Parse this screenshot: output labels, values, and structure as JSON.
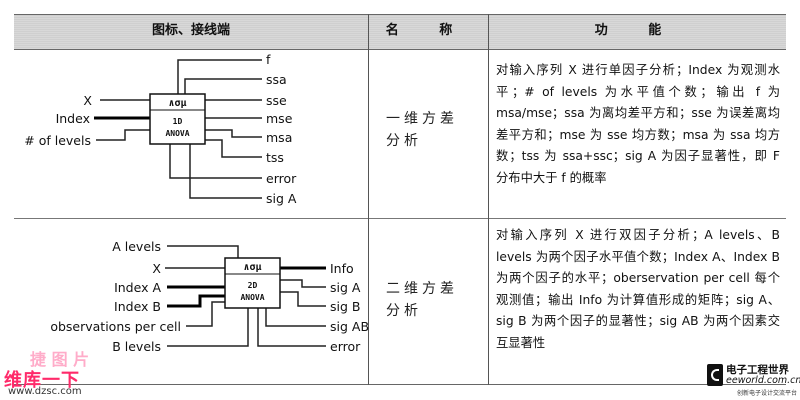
{
  "header": {
    "col_icon": "图标、接线端",
    "col_name": "名 称",
    "col_function": "功 能"
  },
  "rows": [
    {
      "name_line1": "一维方差",
      "name_line2": "分析",
      "description": "对输入序列 X 进行单因子分析；Index 为观测水平；# of levels 为水平值个数；输出 f 为 msa/mse；ssa 为离均差平方和；sse 为误差离均差平方和；mse 为 sse 均方数；msa 为 ssa 均方数；tss 为 ssa+ssc；sig A 为因子显著性，即 F 分布中大于 f 的概率",
      "icon": {
        "glyph": "∧σμ",
        "line1": "1D",
        "line2": "ANOVA",
        "inputs": [
          "X",
          "Index",
          "# of levels"
        ],
        "outputs": [
          "f",
          "ssa",
          "sse",
          "mse",
          "msa",
          "tss",
          "error",
          "sig A"
        ]
      }
    },
    {
      "name_line1": "二维方差",
      "name_line2": "分析",
      "description": "对输入序列 X 进行双因子分析；A levels、B levels 为两个因子水平值个数；Index A、Index B 为两个因子的水平；oberservation per cell 每个观测值；输出 Info 为计算值形成的矩阵；sig A、sig B 为两个因子的显著性；sig AB 为两个因素交互显著性",
      "icon": {
        "glyph": "∧σμ",
        "line1": "2D",
        "line2": "ANOVA",
        "inputs": [
          "A levels",
          "X",
          "Index A",
          "Index B",
          "observations per cell",
          "B levels"
        ],
        "outputs": [
          "Info",
          "sig A",
          "sig B",
          "sig AB",
          "error"
        ]
      }
    }
  ],
  "watermark": {
    "cn_top": "捷 图 片",
    "cn": "维库一下",
    "url": "www.dzsc.com"
  },
  "logo": {
    "title": "电子工程世界",
    "site": "eeworld.com.cn",
    "tagline": "创新电子设计交流平台"
  }
}
